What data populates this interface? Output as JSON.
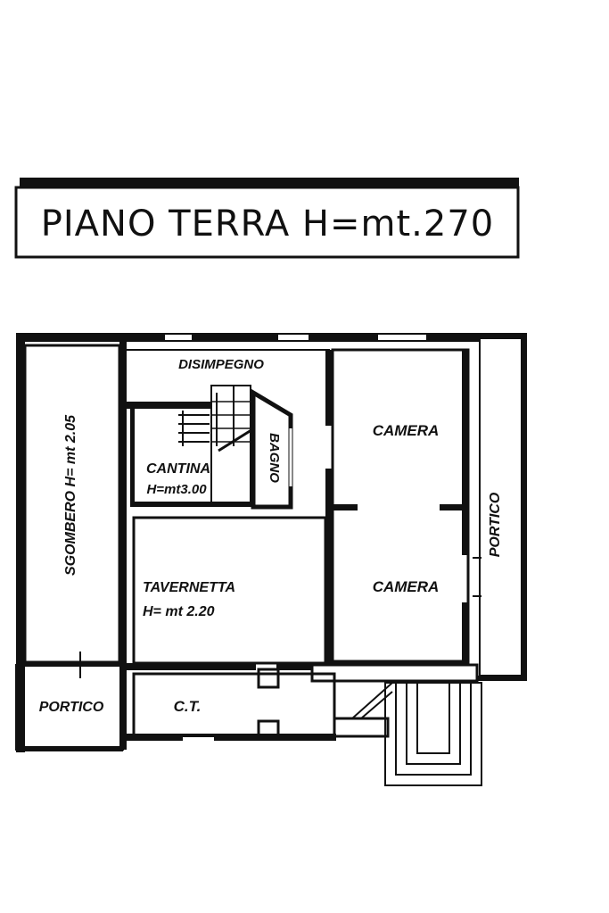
{
  "title": "PIANO TERRA H=mt.270",
  "rooms": {
    "disimpegno": "DISIMPEGNO",
    "camera_top": "CAMERA",
    "camera_bottom": "CAMERA",
    "cantina": "CANTINA",
    "cantina_height": "H=mt3.00",
    "bagno": "BAGNO",
    "sgombero": "SGOMBERO H= mt 2.05",
    "tavernetta": "TAVERNETTA",
    "tavernetta_height": "H= mt 2.20",
    "portico_right": "PORTICO",
    "portico_left": "PORTICO",
    "ct": "C.T."
  }
}
